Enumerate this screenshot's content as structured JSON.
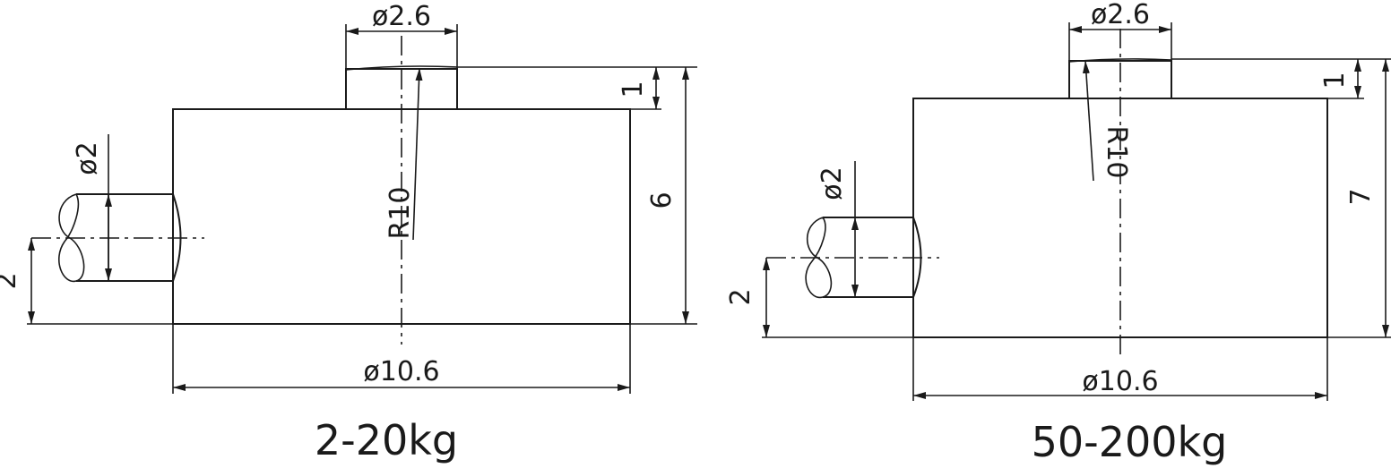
{
  "drawings": [
    {
      "caption": "2-20kg",
      "top_diameter": "ø2.6",
      "height_small": "1",
      "height_total": "6",
      "radius": "R10",
      "pin_diameter": "ø2",
      "pin_offset": "2",
      "body_diameter": "ø10.6"
    },
    {
      "caption": "50-200kg",
      "top_diameter": "ø2.6",
      "height_small": "1",
      "height_total": "7",
      "radius": "R10",
      "pin_diameter": "ø2",
      "pin_offset": "2",
      "body_diameter": "ø10.6"
    }
  ],
  "colors": {
    "line": "#1a1a1a",
    "background": "#ffffff"
  }
}
